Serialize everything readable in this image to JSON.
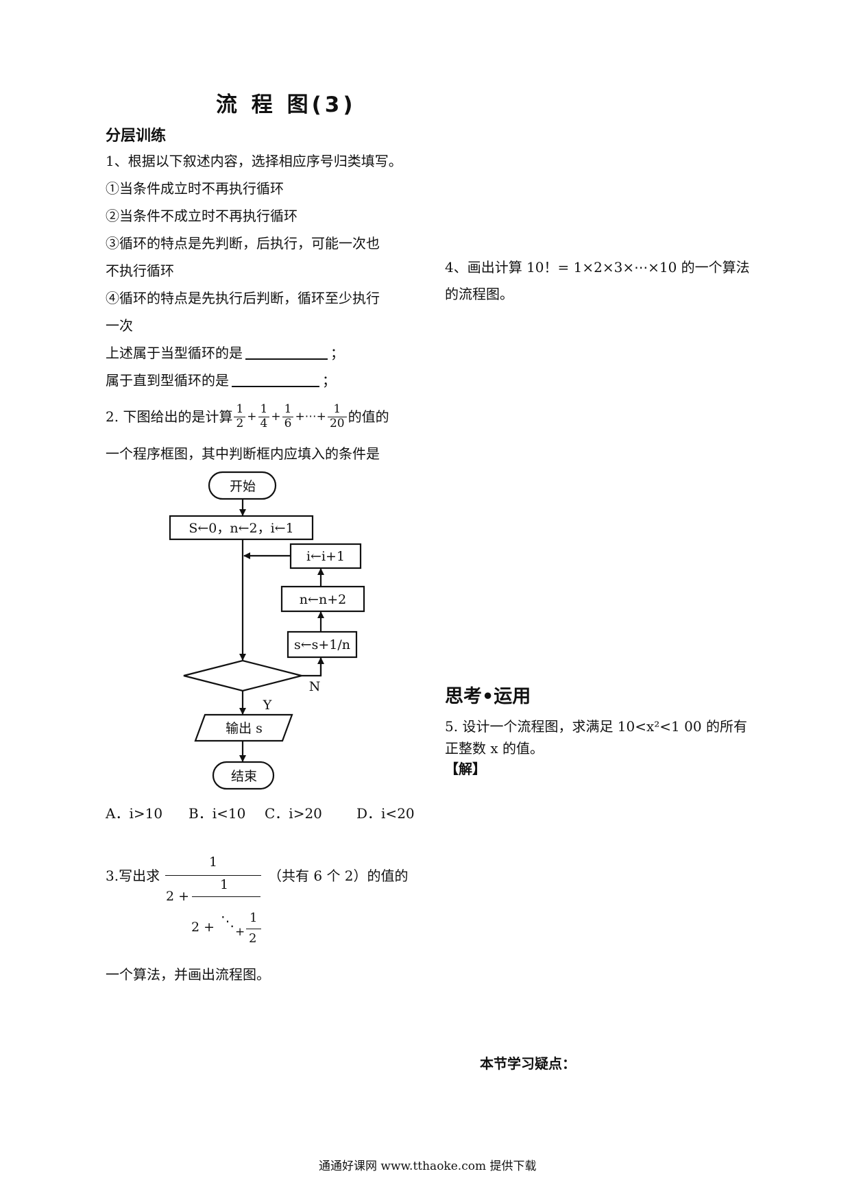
{
  "title": "流 程 图(3)",
  "section1_heading": "分层训练",
  "q1": {
    "stem": "1、根据以下叙述内容，选择相应序号归类填写。",
    "opt1": "①当条件成立时不再执行循环",
    "opt2": "②当条件不成立时不再执行循环",
    "opt3_line1": "③循环的特点是先判断，后执行，可能一次也",
    "opt3_line2": "不执行循环",
    "opt4_line1": "④循环的特点是先执行后判断，循环至少执行",
    "opt4_line2": "一次",
    "fill1_prefix": "上述属于当型循环的是",
    "fill1_suffix": "；",
    "fill2_prefix": "属于直到型循环的是",
    "fill2_suffix": "；"
  },
  "q2": {
    "prefix": "2. 下图给出的是计算",
    "expr": {
      "f1_num": "1",
      "f1_den": "2",
      "plus1": "+",
      "f2_num": "1",
      "f2_den": "4",
      "plus2": "+",
      "f3_num": "1",
      "f3_den": "6",
      "plus3": "+⋯+",
      "f4_num": "1",
      "f4_den": "20"
    },
    "suffix": "的值的",
    "line2": "一个程序框图，其中判断框内应填入的条件是",
    "flowchart": {
      "start": "开始",
      "init": "S←0，n←2，i←1",
      "inc_i": "i←i+1",
      "inc_n": "n←n+2",
      "update_s": "s←s+1/n",
      "yes_label": "Y",
      "no_label": "N",
      "output": "输出 s",
      "end": "结束"
    },
    "choices": [
      "A．i>10",
      "B．i<10",
      "C．i>20",
      "D．i<20"
    ]
  },
  "q3": {
    "prefix": "3.写出求",
    "top_num": "1",
    "note": "（共有 6 个 2）的值的",
    "level1_base": "2 +",
    "level1_num": "1",
    "level2_base": "2 +",
    "dots": "⋱",
    "plus": "+",
    "last_num": "1",
    "last_den": "2",
    "line2": "一个算法，并画出流程图。"
  },
  "q4": {
    "line1_prefix": "4、画出计算 10！= ",
    "line1_expr": "1×2×3×⋯×10",
    "line1_suffix": " 的一个算法",
    "line2": "的流程图。"
  },
  "section2_heading": "思考•运用",
  "q5": {
    "line1": "5. 设计一个流程图，求满足 10<x²<1 00 的所有",
    "line2": "正整数 x 的值。",
    "answer_label": "【解】"
  },
  "doubts_label": "本节学习疑点：",
  "footer": "通通好课网  www.tthaoke.com  提供下载"
}
